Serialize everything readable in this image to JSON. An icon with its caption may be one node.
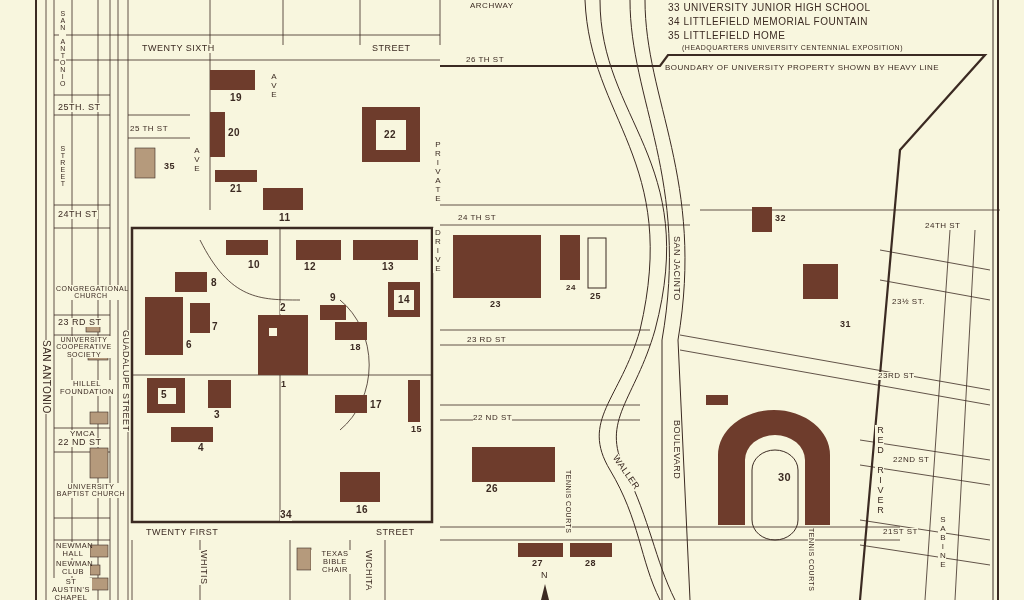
{
  "diagram": {
    "labels": [
      "ARCHWAY",
      "33 UNIVERSITY JUNIOR HIGH SCHOOL",
      "34 LITTLEFIELD MEMORIAL FOUNTAIN",
      "35 LITTLEFIELD HOME",
      "(HEADQUARTERS UNIVERSITY CENTENNIAL EXPOSITION)",
      "SAN ANTONIO",
      "TWENTY SIXTH",
      "STREET",
      "26 TH ST",
      "BOUNDARY OF UNIVERSITY PROPERTY SHOWN BY HEAVY LINE",
      "19",
      "AVE",
      "25TH. ST",
      "25 TH ST",
      "20",
      "22",
      "STREET",
      "AVE",
      "35",
      "21",
      "PRIVATE",
      "24TH ST",
      "DRIVE",
      "24 TH ST",
      "32",
      "24TH ST",
      "SAN JACINTO",
      "11",
      "10",
      "12",
      "13",
      "8",
      "CONGREGATIONAL CHURCH",
      "23",
      "24",
      "25",
      "9",
      "14",
      "18",
      "23½ ST.",
      "2",
      "23 RD ST",
      "6",
      "7",
      "31",
      "UNIVERSITY COOPERATIVE SOCIETY",
      "SAN ANTONIO",
      "GUADALUPE STREET",
      "23 RD ST",
      "1",
      "HILLEL FOUNDATION",
      "23RD ST",
      "5",
      "3",
      "17",
      "15",
      "22 ND ST",
      "22 ND ST",
      "BOULEVARD",
      "4",
      "YMCA",
      "UNIVERSITY BAPTIST CHURCH",
      "26",
      "TENNIS COURTS",
      "30",
      "WALLER",
      "22ND ST",
      "RED RIVER",
      "16",
      "34",
      "TWENTY FIRST",
      "STREET",
      "21ST ST",
      "SABINE",
      "NEWMAN HALL",
      "NEWMAN CLUB",
      "ST AUSTIN'S CHAPEL",
      "TEXAS BIBLE CHAIR",
      "WHITIS",
      "WICHITA",
      "27",
      "28",
      "N",
      "TENNIS COURTS"
    ]
  }
}
